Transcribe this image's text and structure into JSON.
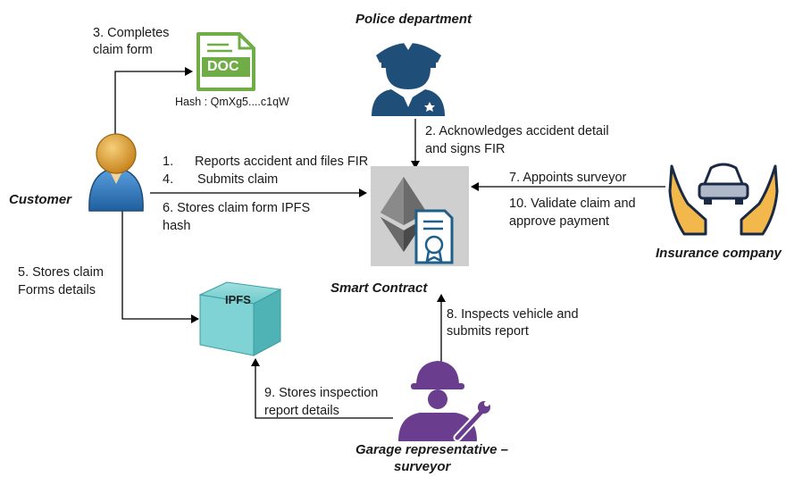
{
  "actors": {
    "police": "Police department",
    "customer": "Customer",
    "insurance": "Insurance company",
    "smart_contract": "Smart Contract",
    "surveyor_line1": "Garage representative –",
    "surveyor_line2": "surveyor"
  },
  "document": {
    "icon_text": "DOC",
    "hash": "Hash : QmXg5....c1qW"
  },
  "ipfs": {
    "icon_text": "IPFS"
  },
  "steps": {
    "s3_line1": "3. Completes",
    "s3_line2": "claim form",
    "s2_line1": "2. Acknowledges  accident detail",
    "s2_line2": "and signs FIR",
    "s1_num": "1.",
    "s1_text": "Reports accident and files FIR",
    "s4_num": "4.",
    "s4_text": "Submits claim",
    "s6_line1": "6. Stores claim form IPFS",
    "s6_line2": "hash",
    "s7": "7. Appoints surveyor",
    "s10_line1": "10. Validate claim and",
    "s10_line2": "approve payment",
    "s5_line1": "5. Stores claim",
    "s5_line2": "Forms details",
    "s8_line1": "8. Inspects vehicle and",
    "s8_line2": "submits report",
    "s9_line1": "9. Stores inspection",
    "s9_line2": "report details"
  },
  "colors": {
    "doc_green": "#70ad47",
    "police_blue": "#1f4e79",
    "customer_blue": "#2e75b6",
    "customer_orange": "#d99527",
    "ipfs_teal": "#5fc1c4",
    "surveyor_purple": "#6a3d8f",
    "insurance_yellow": "#f2b84b",
    "contract_gray": "#cfcfcf"
  }
}
